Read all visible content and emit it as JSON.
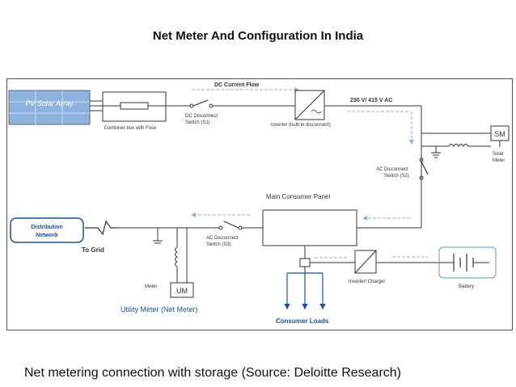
{
  "title": "Net Meter And Configuration In India",
  "caption": "Net metering connection with storage  (Source: Deloitte Research)",
  "diagram": {
    "pv_array": "PV Solar Array",
    "combiner_box": "Combiner box with Fuse",
    "dc_flow": "DC Current Flow",
    "dc_switch_line1": "DC Disconnect",
    "dc_switch_line2": "Switch (S1)",
    "inverter": "Inverter  (built in disconnect)",
    "ac_voltage": "230 V/ 415 V AC",
    "solar_meter_box": "SM",
    "solar_meter_line1": "Solar",
    "solar_meter_line2": "Meter",
    "ac_switch_s2_line1": "AC Disconnect",
    "ac_switch_s2_line2": "Switch (S2)",
    "main_panel": "Main Consumer Panel",
    "distribution_line1": "Distribution",
    "distribution_line2": "Network",
    "to_grid": "To Grid",
    "ac_switch_s3_line1": "AC Disconnect",
    "ac_switch_s3_line2": "Switch (S3)",
    "meter_label": "Meter",
    "utility_meter_box": "UM",
    "utility_meter_caption": "Utility Meter (Net Meter)",
    "inverter_charger": "Inverter/ Charger",
    "battery": "Battery",
    "consumer_loads": "Consumer Loads",
    "colors": {
      "line": "#333333",
      "flow_arrow": "#8fb0d8",
      "accent_blue": "#1f4fa0",
      "panel_blue": "#7fa6d8"
    }
  }
}
